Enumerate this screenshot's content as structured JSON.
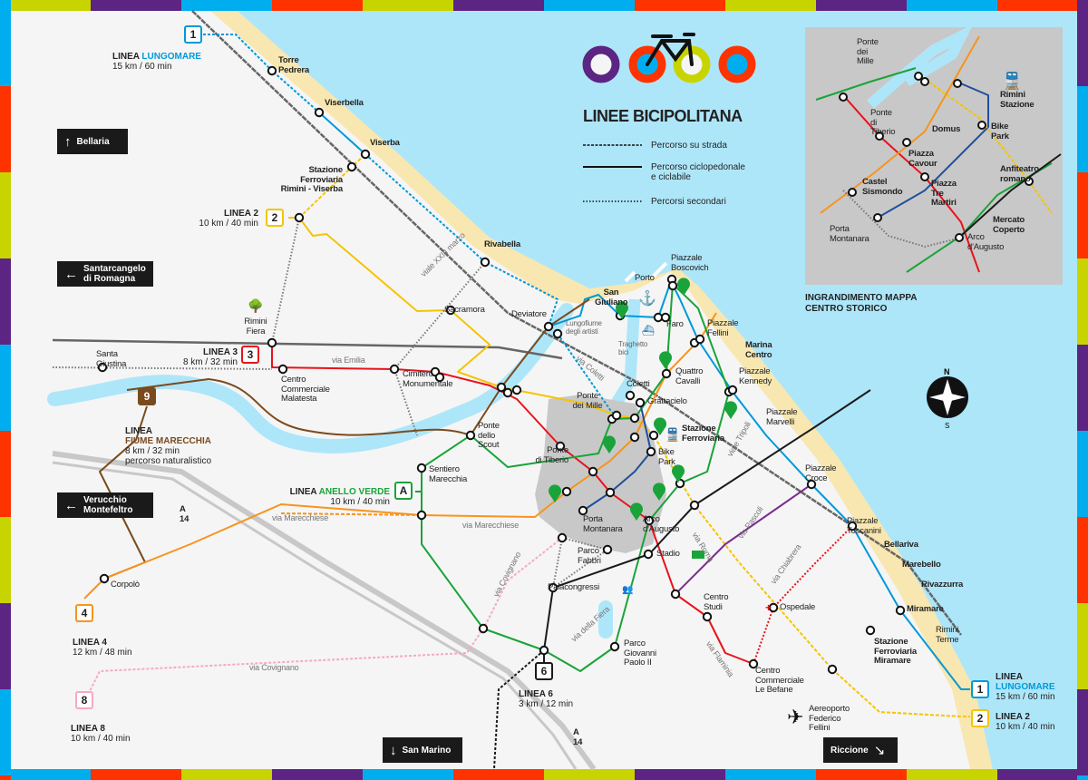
{
  "colors": {
    "sea": "#aee6f9",
    "beach": "#f8e7b0",
    "land": "#f5f5f5",
    "inset_bg": "#c8c8c8",
    "line_lungomare": "#0099d8",
    "line_2": "#f5c400",
    "line_3": "#e8131b",
    "line_4": "#f7941d",
    "line_6": "#1a1a1a",
    "line_8": "#f7a8c4",
    "line_9": "#7a4a1e",
    "line_anello_verde": "#1aa33a",
    "line_purple": "#7b2d8e",
    "line_blue": "#1f4f9c",
    "railway": "#666666",
    "frame": [
      "#c8d400",
      "#5c2483",
      "#00aeef",
      "#ff3300"
    ]
  },
  "logo": {
    "icon": "bicycle-icon",
    "title": "LINEE BICIPOLITANA"
  },
  "legend": [
    {
      "label": "Percorso su strada",
      "style": "dashed"
    },
    {
      "label": "Percorso ciclopedonale\ne ciclabile",
      "style": "solid"
    },
    {
      "label": "Percorsi secondari",
      "style": "dotted"
    }
  ],
  "directions": {
    "bellaria": "Bellaria",
    "santarcangelo": "Santarcangelo\ndi Romagna",
    "verucchio": "Verucchio\nMontefeltro",
    "san_marino": "San Marino",
    "riccione": "Riccione"
  },
  "lines": {
    "l1": {
      "badge": "1",
      "prefix": "LINEA ",
      "name": "LUNGOMARE",
      "info": "15 km / 60 min"
    },
    "l2": {
      "badge": "2",
      "name": "LINEA 2",
      "info": "10 km / 40 min"
    },
    "l3": {
      "badge": "3",
      "name": "LINEA 3",
      "info": "8 km / 32 min"
    },
    "l9": {
      "badge": "9",
      "prefix": "LINEA",
      "name": "FIUME MARECCHIA",
      "info": "8 km / 32 min",
      "note": "percorso naturalistico"
    },
    "lA": {
      "badge": "A",
      "prefix": "LINEA ",
      "name": "ANELLO VERDE",
      "info": "10 km / 40 min"
    },
    "l4": {
      "badge": "4",
      "name": "LINEA 4",
      "info": "12 km / 48 min"
    },
    "l6": {
      "badge": "6",
      "name": "LINEA 6",
      "info": "3 km / 12 min"
    },
    "l8": {
      "badge": "8",
      "name": "LINEA 8",
      "info": "10 km / 40 min"
    }
  },
  "labels": {
    "torre": "Torre Pedrera",
    "viserbella": "Viserbella",
    "viserba": "Viserba",
    "staz_viserba": "Stazione\nFerroviaria\nRimini - Viserba",
    "rivabella": "Rivabella",
    "sacramora": "Sacramora",
    "deviatore": "Deviatore",
    "rimini_fiera": "Rimini\nFiera",
    "santa_giustina": "Santa Giustina",
    "malatesta": "Centro\nCommerciale\nMalatesta",
    "cimitero": "Cimitero\nMonumentale",
    "san_giuliano": "San\nGiuliano",
    "porto": "Porto",
    "boscovich": "Piazzale\nBoscovich",
    "faro": "Faro",
    "fellini": "Piazzale\nFellini",
    "marina_centro": "Marina Centro",
    "lungofiume": "Lungofiume\ndegli artisti",
    "traghetto": "Traghetto\nbici",
    "quattro_cavalli": "Quattro\nCavalli",
    "kennedy": "Piazzale\nKennedy",
    "coletti": "Coletti",
    "grattacielo": "Grattacielo",
    "ponte_mille": "Ponte\ndei Mille",
    "stazione": "Stazione\nFerroviaria",
    "marvelli": "Piazzale\nMarvelli",
    "ponte_scout": "Ponte\ndello Scout",
    "ponte_tiberio": "Ponte\ndi Tiberio",
    "bike_park": "Bike\nPark",
    "sentiero": "Sentiero\nMarecchia",
    "croce": "Piazzale\nCroce",
    "porta_montanara": "Porta\nMontanara",
    "arco": "Arco\nd'Augusto",
    "stadio": "Stadio",
    "toscanini": "Piazzale\nToscanini",
    "bellariva": "Bellariva",
    "marebello": "Marebello",
    "rivazzurra": "Rivazzurra",
    "parco_fabbri": "Parco\nFabbri",
    "palacongressi": "Palacongressi",
    "centro_studi": "Centro\nStudi",
    "ospedale": "Ospedale",
    "miramare": "Miramare",
    "rimini_terme": "Rimini\nTerme",
    "staz_miramare": "Stazione\nFerroviaria\nMiramare",
    "corpolo": "Corpolò",
    "parco_giovanni": "Parco\nGiovanni\nPaolo II",
    "befane": "Centro\nCommerciale\nLe Befane",
    "aeroporto": "Aereoporto\nFederico Fellini",
    "a14_1": "A 14",
    "a14_2": "A 14"
  },
  "streets": {
    "via_emilia": "via Emilia",
    "viale_xxiii": "viale XXIII marzo",
    "via_marecchiese_1": "via Marecchiese",
    "via_marecchiese_2": "via Marecchiese",
    "via_covignano_1": "via Covignano",
    "via_covignano_2": "via Covignano",
    "via_fiera": "via della Fiera",
    "via_flaminia": "via Flaminia",
    "via_roma": "via Roma",
    "via_pascoli": "via Pascoli",
    "via_chiabrera": "via Chiabrera",
    "viale_tripoli": "viale Tripoli",
    "via_coletti": "via Coletti"
  },
  "inset": {
    "caption": "INGRANDIMENTO MAPPA\nCENTRO STORICO",
    "labels": {
      "ponte_mille": "Ponte\ndei Mille",
      "rimini_stazione": "Rimini\nStazione",
      "ponte_tiberio": "Ponte\ndi Tiberio",
      "domus": "Domus",
      "bike_park": "Bike Park",
      "cavour": "Piazza\nCavour",
      "anfiteatro": "Anfiteatro\nromano",
      "sismondo": "Castel\nSismondo",
      "tre_martiri": "Piazza\nTre Martiri",
      "mercato": "Mercato\nCoperto",
      "porta_montanara": "Porta\nMontanara",
      "arco": "Arco\nd'Augusto"
    }
  },
  "compass": {
    "north": "N",
    "south": "S"
  }
}
